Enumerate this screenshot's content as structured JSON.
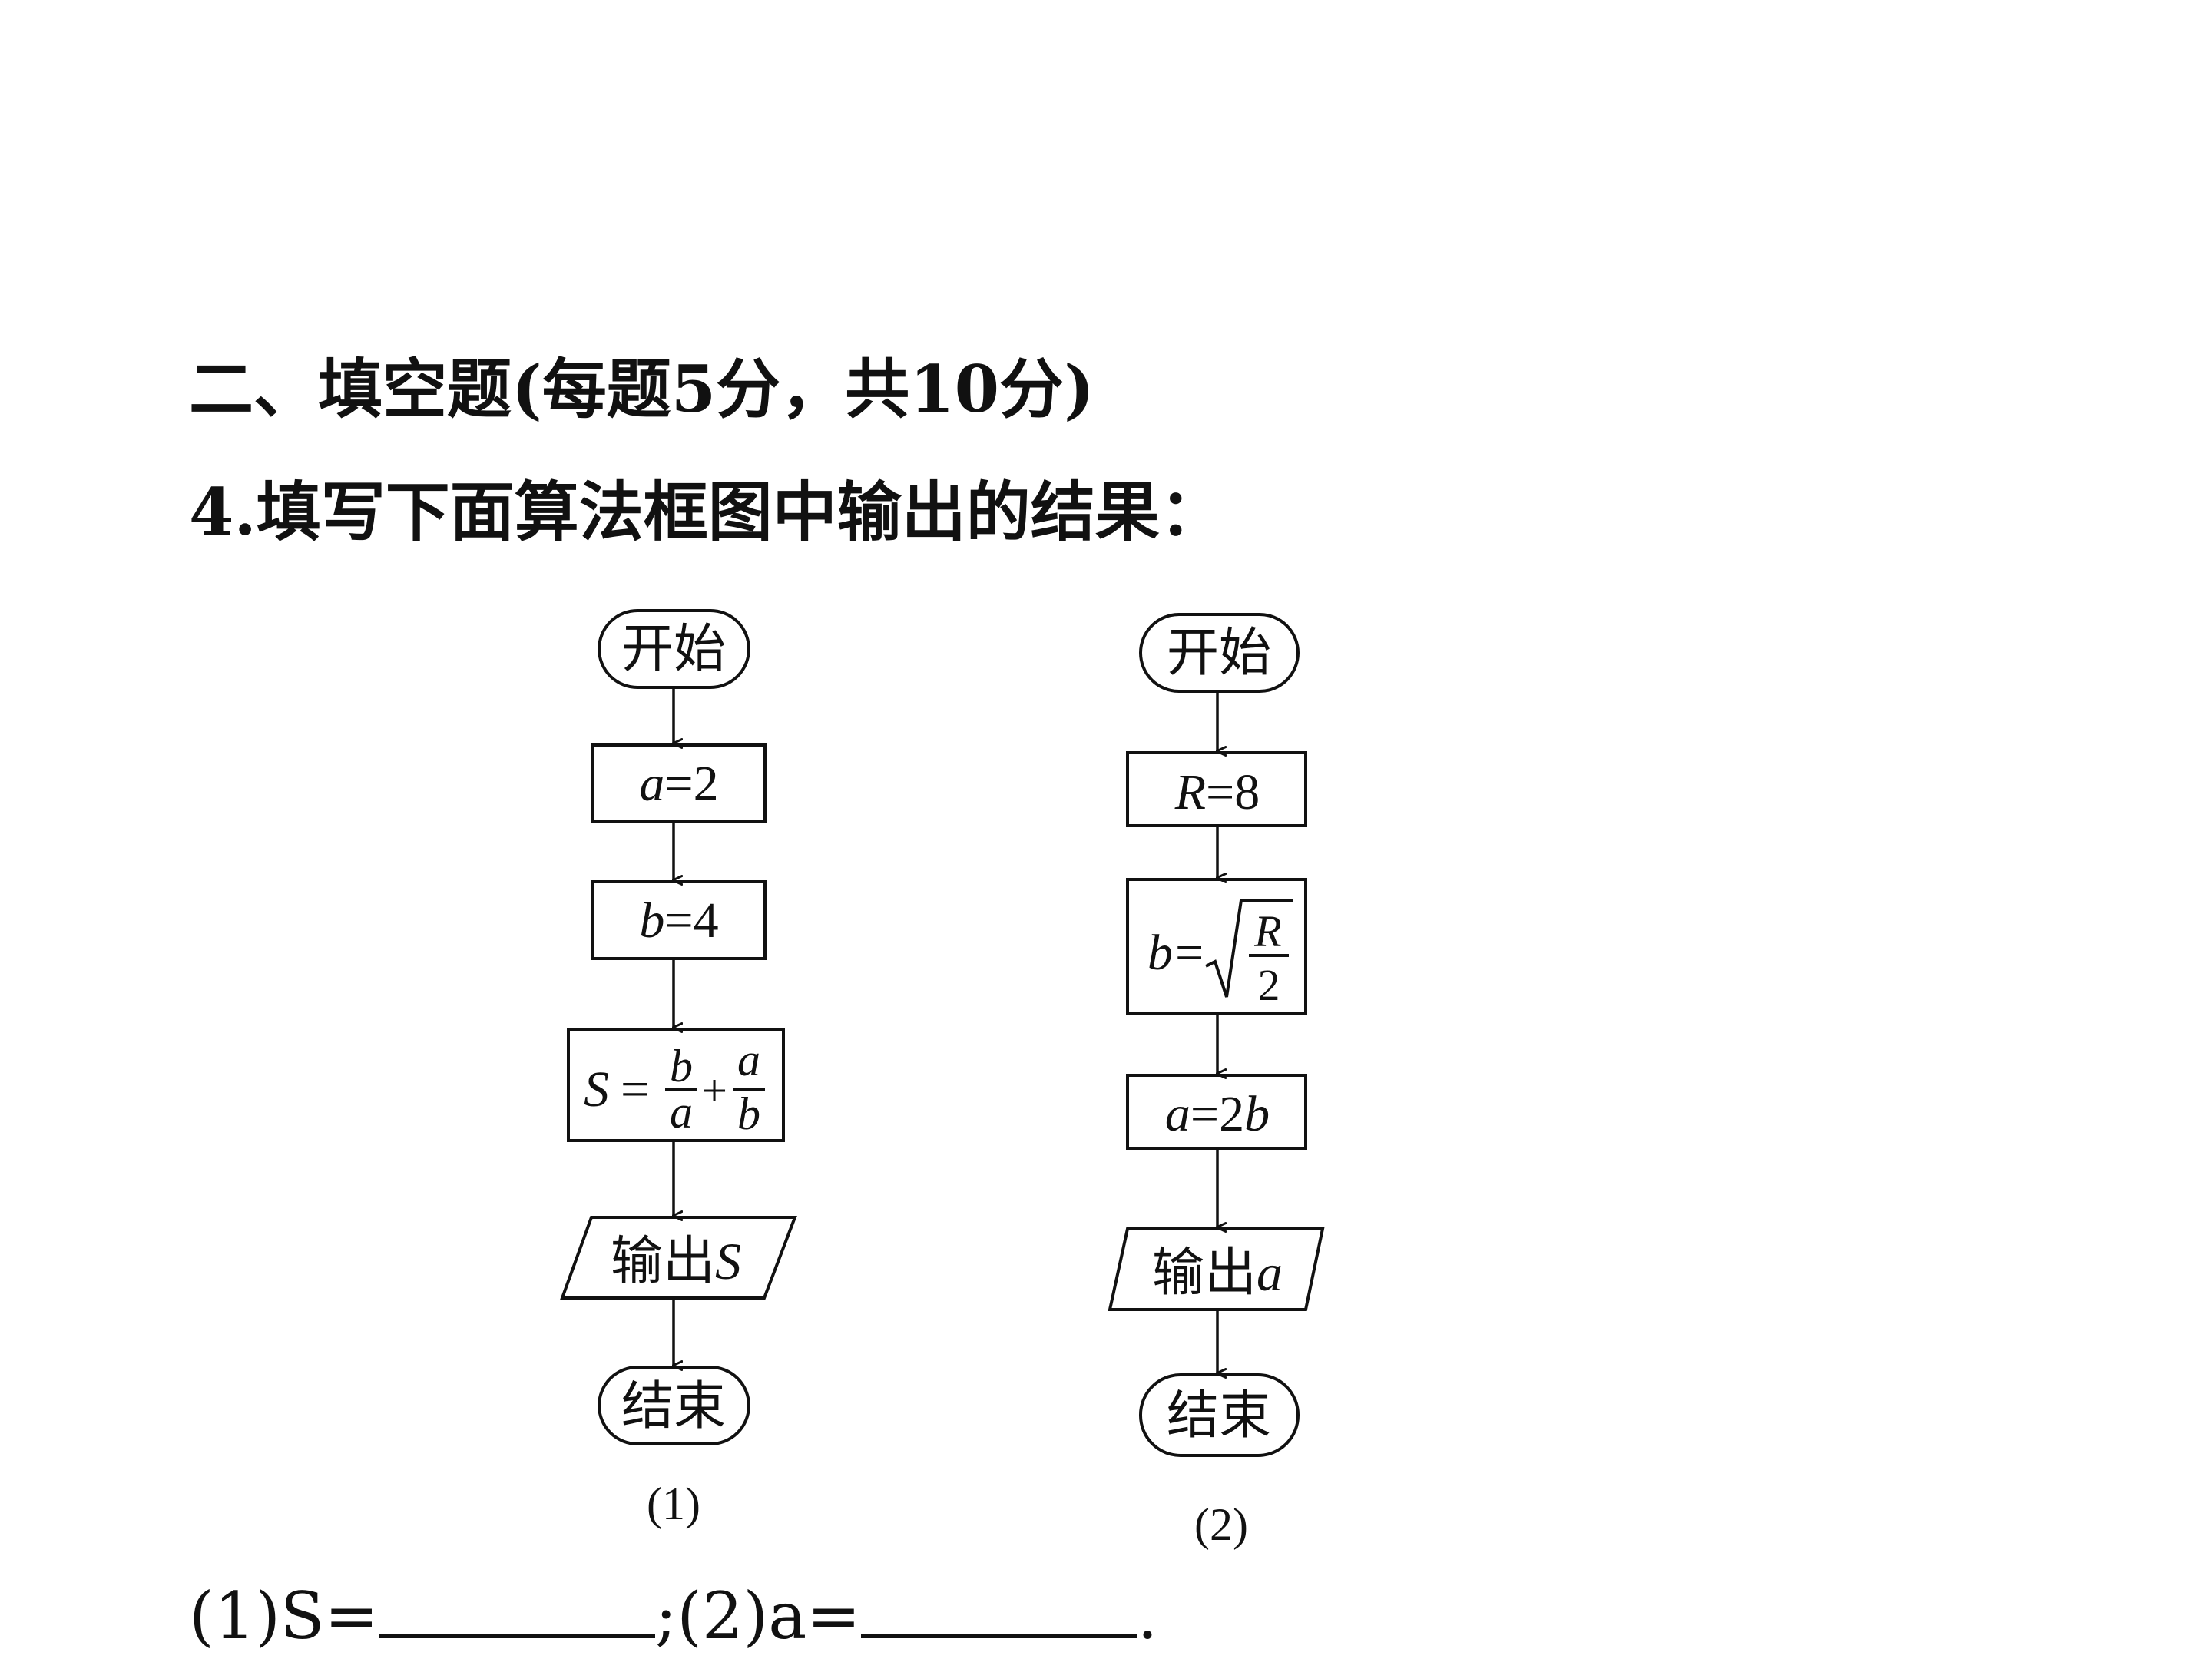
{
  "section_heading": "二、填空题(每题5分，共10分)",
  "question": "4.填写下面算法框图中输出的结果：",
  "flowchart1": {
    "start": "开始",
    "step1_var": "a",
    "step1_val": "=2",
    "step2_var": "b",
    "step2_val": "=4",
    "step3_lhs": "S",
    "step3_eq": "=",
    "frac1_num": "b",
    "frac1_den": "a",
    "plus": "+",
    "frac2_num": "a",
    "frac2_den": "b",
    "output_label": "输出",
    "output_var": "S",
    "end": "结束",
    "caption": "(1)"
  },
  "flowchart2": {
    "start": "开始",
    "step1_var": "R",
    "step1_val": "=8",
    "step2_var": "b",
    "step2_eq": "=",
    "sqrt_num": "R",
    "sqrt_den": "2",
    "step3_var": "a",
    "step3_eq": "=2",
    "step3_var2": "b",
    "output_label": "输出",
    "output_var": "a",
    "end": "结束",
    "caption": "(2)"
  },
  "answer": {
    "part1": "(1)S=",
    "sep": ";(2)a=",
    "end": "."
  }
}
